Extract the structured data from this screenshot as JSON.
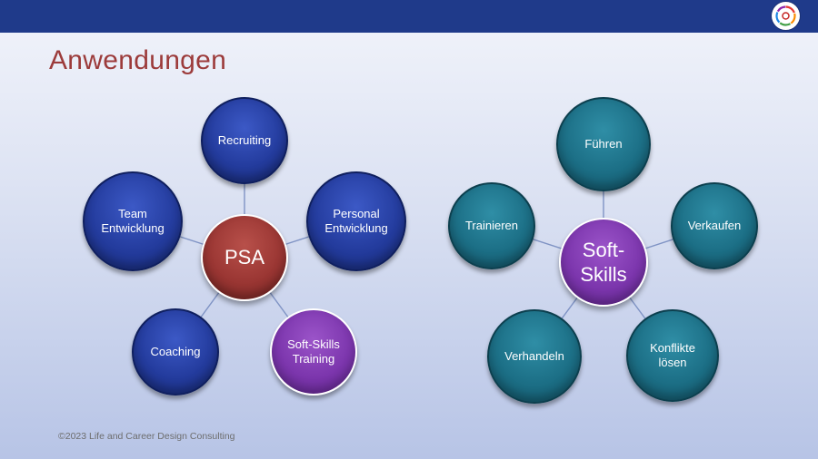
{
  "slide": {
    "title": "Anwendungen",
    "footer": "©2023 Life and Career Design Consulting"
  },
  "diagram_left": {
    "center": "PSA",
    "nodes": [
      "Recruiting",
      "Personal\nEntwicklung",
      "Soft-Skills\nTraining",
      "Coaching",
      "Team\nEntwicklung"
    ]
  },
  "diagram_right": {
    "center": "Soft-\nSkills",
    "nodes": [
      "Führen",
      "Verkaufen",
      "Konflikte\nlösen",
      "Verhandeln",
      "Trainieren"
    ]
  },
  "colors": {
    "header_bar": "#1f3a8a",
    "title": "#9c3b3b",
    "node_blue": "#243c9e",
    "node_teal": "#1c6f86",
    "node_purple": "#7c36ad",
    "center_red": "#9a3633"
  },
  "icons": {
    "logo": "ring-logo-icon"
  }
}
